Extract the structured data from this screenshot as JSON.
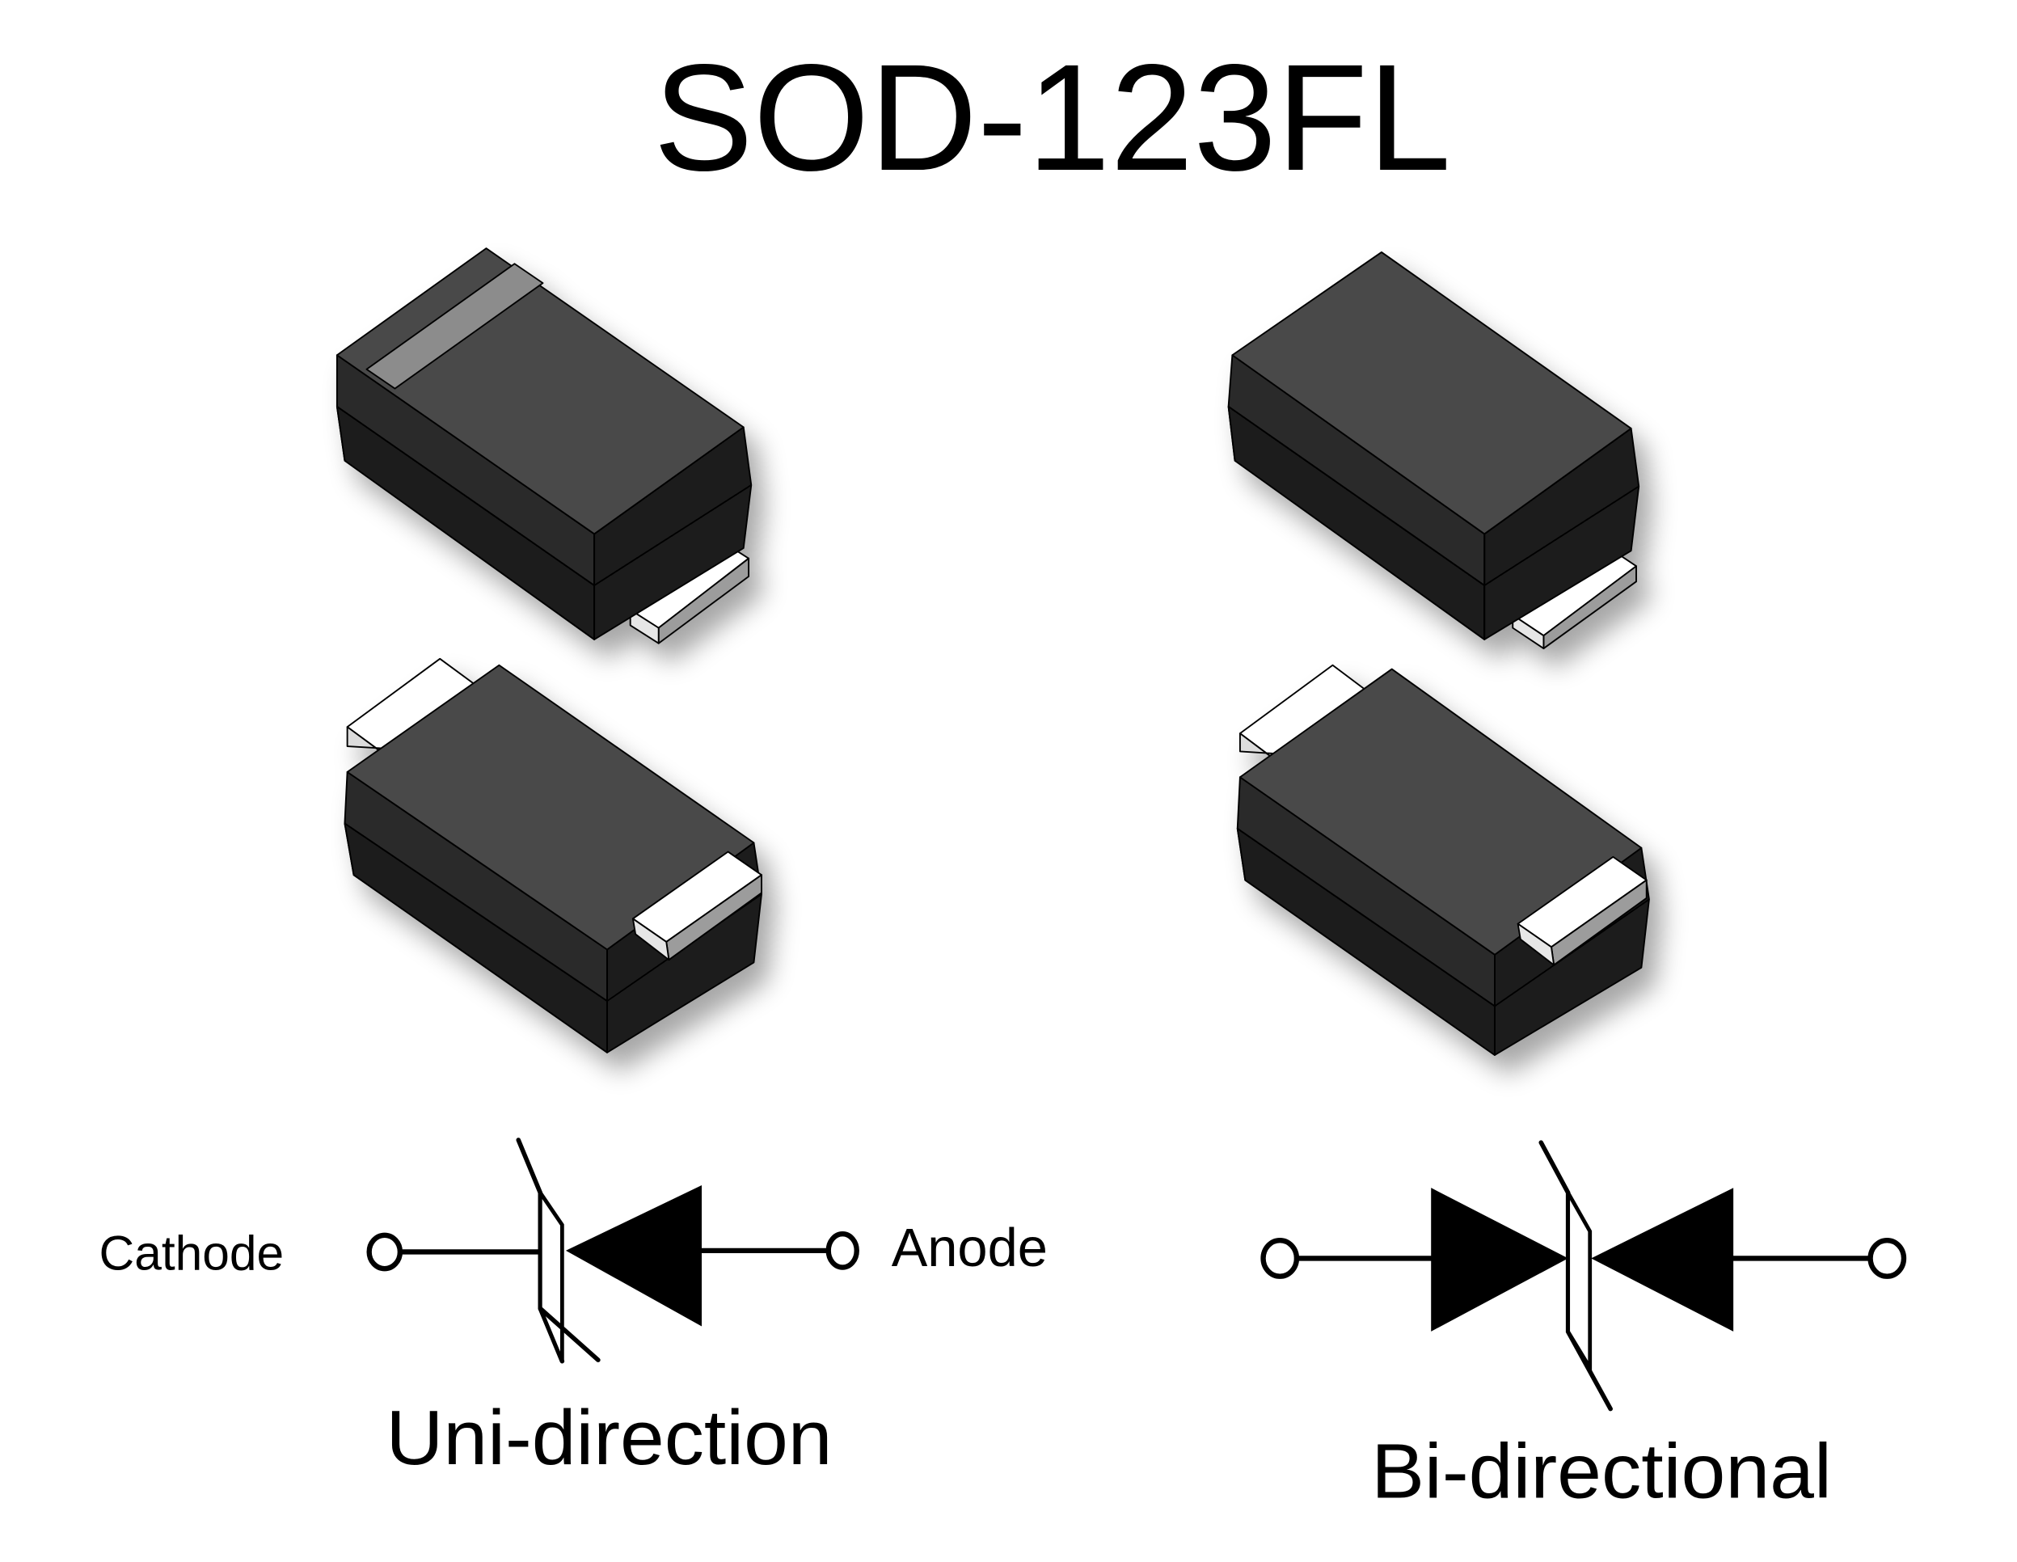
{
  "title": "SOD-123FL",
  "colors": {
    "background": "#ffffff",
    "body_top": "#484848",
    "body_side_light": "#2a2a2a",
    "body_side_dark": "#1e1e1e",
    "cathode_band": "#8c8c8c",
    "terminal_top": "#ffffff",
    "terminal_side": "#a0a0a0",
    "terminal_front": "#e8e8e8",
    "outline": "#000000"
  },
  "packages": [
    {
      "name": "unidirectional-package-top",
      "has_cathode_band": true
    },
    {
      "name": "unidirectional-package-bottom",
      "has_cathode_band": false
    },
    {
      "name": "bidirectional-package-top",
      "has_cathode_band": false
    },
    {
      "name": "bidirectional-package-bottom",
      "has_cathode_band": false
    }
  ],
  "symbols": {
    "unidirectional": {
      "left_label": "Cathode",
      "right_label": "Anode",
      "caption": "Uni-direction"
    },
    "bidirectional": {
      "caption": "Bi-directional"
    }
  }
}
